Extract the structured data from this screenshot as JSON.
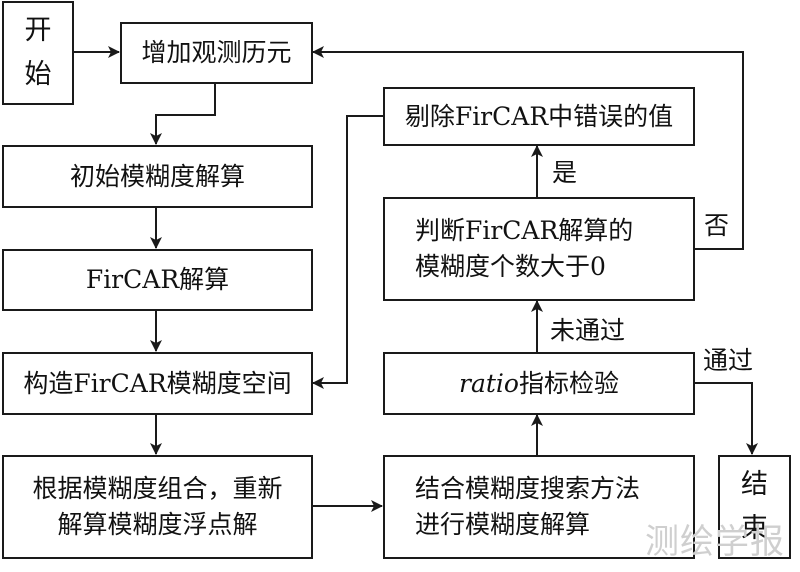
{
  "diagram": {
    "type": "flowchart",
    "nodes": {
      "start": {
        "label_line1": "开",
        "label_line2": "始"
      },
      "add_epoch": {
        "label": "增加观测历元"
      },
      "initial_ambiguity": {
        "label": "初始模糊度解算"
      },
      "fircar_solve": {
        "label": "FirCAR解算"
      },
      "build_space": {
        "label": "构造FirCAR模糊度空间"
      },
      "recompute_float": {
        "line1": "根据模糊度组合，重新",
        "line2": "解算模糊度浮点解"
      },
      "search_solve": {
        "line1": "结合模糊度搜索方法",
        "line2": "进行模糊度解算"
      },
      "ratio_test": {
        "italic_part": "ratio",
        "rest": "指标检验"
      },
      "judge_count": {
        "line1": "判断FirCAR解算的",
        "line2": "模糊度个数大于0"
      },
      "remove_wrong": {
        "label": "剔除FirCAR中错误的值"
      },
      "end": {
        "label_line1": "结",
        "label_line2": "束"
      }
    },
    "edge_labels": {
      "yes": "是",
      "no": "否",
      "not_passed": "未通过",
      "passed": "通过"
    },
    "edges": [
      {
        "from": "start",
        "to": "add_epoch"
      },
      {
        "from": "add_epoch",
        "to": "initial_ambiguity"
      },
      {
        "from": "initial_ambiguity",
        "to": "fircar_solve"
      },
      {
        "from": "fircar_solve",
        "to": "build_space"
      },
      {
        "from": "build_space",
        "to": "recompute_float"
      },
      {
        "from": "recompute_float",
        "to": "search_solve"
      },
      {
        "from": "search_solve",
        "to": "ratio_test"
      },
      {
        "from": "ratio_test",
        "to": "judge_count",
        "label": "未通过"
      },
      {
        "from": "ratio_test",
        "to": "end",
        "label": "通过"
      },
      {
        "from": "judge_count",
        "to": "remove_wrong",
        "label": "是"
      },
      {
        "from": "judge_count",
        "to": "add_epoch",
        "label": "否"
      },
      {
        "from": "remove_wrong",
        "to": "build_space"
      }
    ]
  },
  "watermark": "测绘学报"
}
